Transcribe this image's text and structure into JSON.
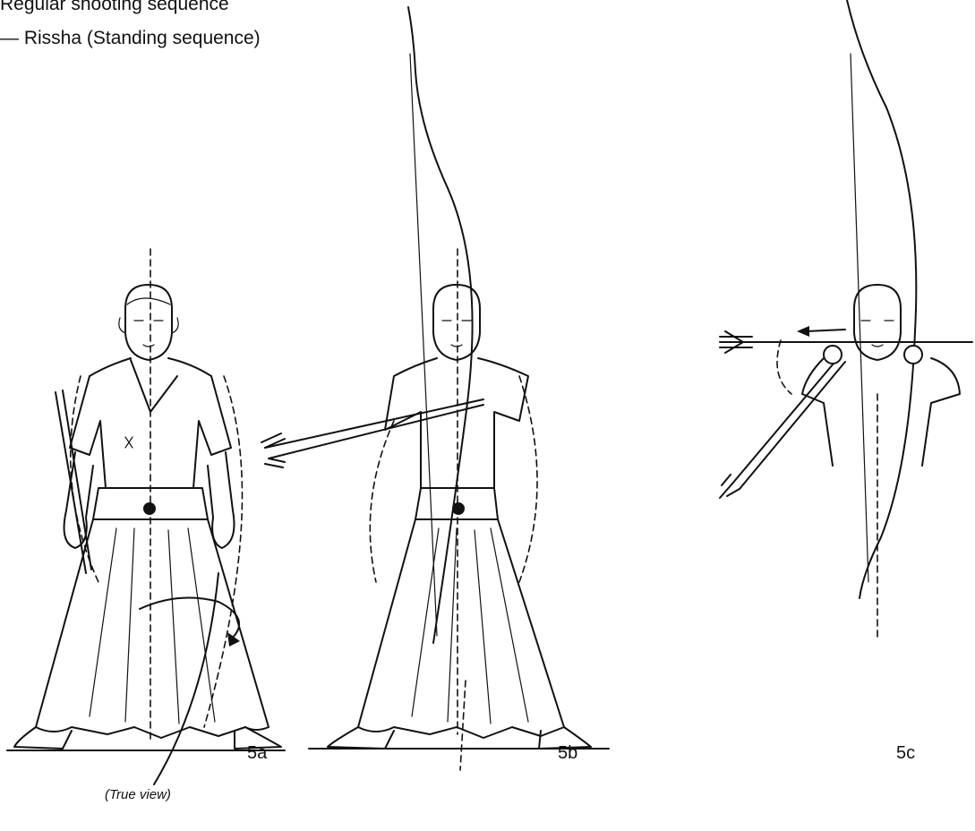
{
  "header": {
    "line1": "Regular shooting sequence",
    "line2": "— Rissha (Standing sequence)"
  },
  "figures": [
    {
      "id": "5a",
      "label": "5a",
      "caption": "(True view)"
    },
    {
      "id": "5b",
      "label": "5b"
    },
    {
      "id": "5c",
      "label": "5c"
    }
  ]
}
